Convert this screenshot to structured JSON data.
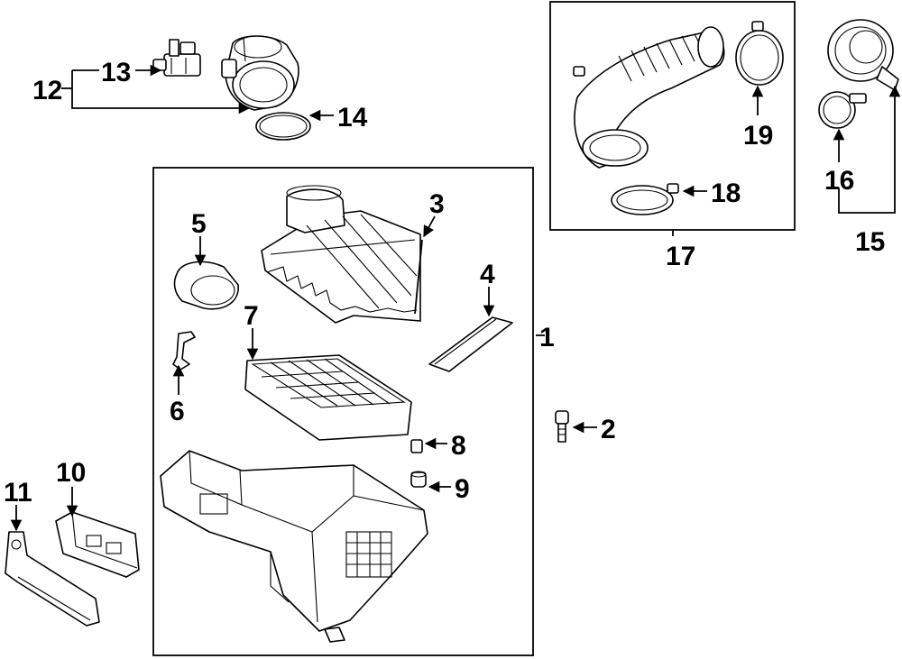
{
  "diagram": {
    "type": "exploded-parts-diagram",
    "callouts": [
      {
        "id": "c1",
        "label": "1"
      },
      {
        "id": "c2",
        "label": "2"
      },
      {
        "id": "c3",
        "label": "3"
      },
      {
        "id": "c4",
        "label": "4"
      },
      {
        "id": "c5",
        "label": "5"
      },
      {
        "id": "c6",
        "label": "6"
      },
      {
        "id": "c7",
        "label": "7"
      },
      {
        "id": "c8",
        "label": "8"
      },
      {
        "id": "c9",
        "label": "9"
      },
      {
        "id": "c10",
        "label": "10"
      },
      {
        "id": "c11",
        "label": "11"
      },
      {
        "id": "c12",
        "label": "12"
      },
      {
        "id": "c13",
        "label": "13"
      },
      {
        "id": "c14",
        "label": "14"
      },
      {
        "id": "c15",
        "label": "15"
      },
      {
        "id": "c16",
        "label": "16"
      },
      {
        "id": "c17",
        "label": "17"
      },
      {
        "id": "c18",
        "label": "18"
      },
      {
        "id": "c19",
        "label": "19"
      }
    ]
  }
}
